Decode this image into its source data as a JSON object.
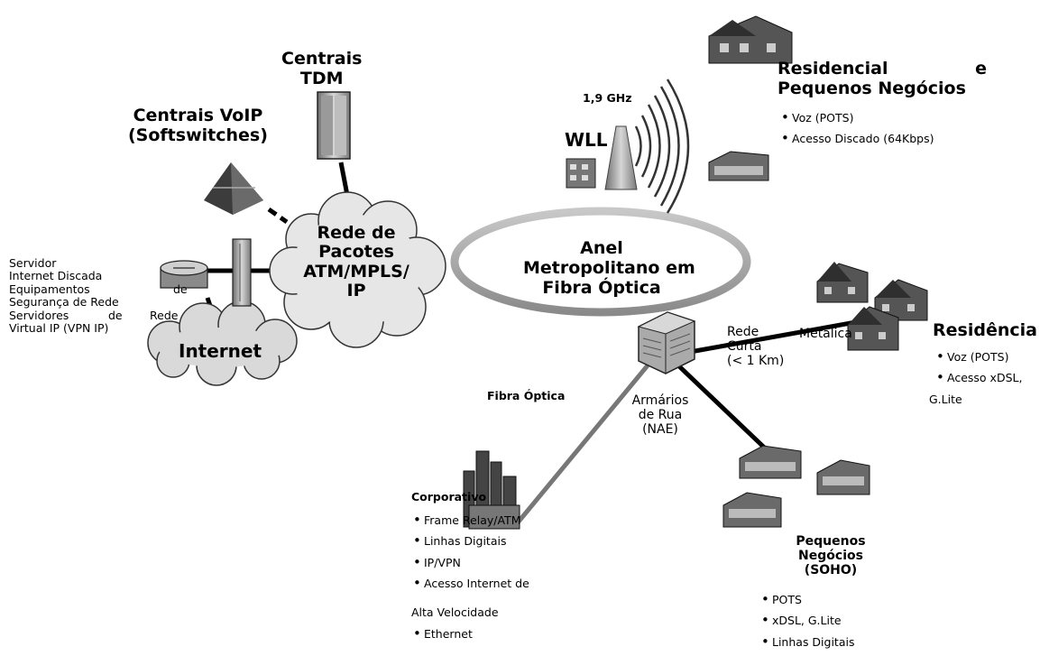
{
  "labels": {
    "centrais_tdm": [
      "Centrais",
      "TDM"
    ],
    "centrais_voip": [
      "Centrais VoIP",
      "(Softswitches)"
    ],
    "servidor_lines": [
      "Servidor",
      "Internet Discada",
      "Equipamentos",
      "de",
      "Segurança de Rede",
      "Servidores",
      "de",
      "Rede",
      "Virtual IP (VPN IP)"
    ],
    "internet": "Internet",
    "rede_pacotes": [
      "Rede de",
      "Pacotes",
      "ATM/MPLS/",
      "IP"
    ],
    "freq": "1,9 GHz",
    "wll": "WLL",
    "anel": [
      "Anel",
      "Metropolitano em",
      "Fibra Óptica"
    ],
    "residencial_title": [
      "Residencial",
      "e",
      "Pequenos Negócios"
    ],
    "residencial_items": [
      "Voz (POTS)",
      "Acesso Discado (64Kbps)"
    ],
    "rede_curta": [
      "Rede",
      "Curta",
      "(< 1 Km)"
    ],
    "metalica": "Metálica",
    "residencia_title": "Residência",
    "residencia_items": [
      "Voz (POTS)",
      "Acesso xDSL,",
      "G.Lite"
    ],
    "fibra_optica": "Fibra Óptica",
    "armarios": [
      "Armários",
      "de Rua",
      "(NAE)"
    ],
    "corporativo_title": "Corporativo",
    "corporativo_items": [
      "Frame Relay/ATM",
      "Linhas Digitais",
      "IP/VPN",
      "Acesso Internet de",
      "Alta Velocidade",
      "Ethernet"
    ],
    "soho_title": [
      "Pequenos",
      "Negócios",
      "(SOHO)"
    ],
    "soho_items": [
      "POTS",
      "xDSL, G.Lite",
      "Linhas Digitais"
    ]
  }
}
